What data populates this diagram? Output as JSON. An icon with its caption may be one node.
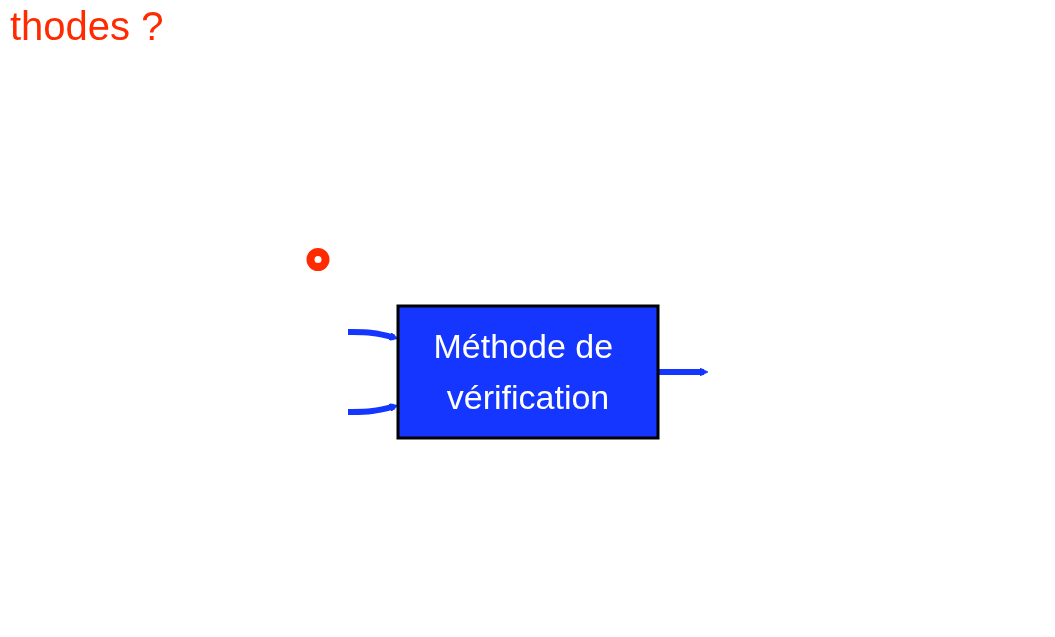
{
  "diagram": {
    "nodes": [
      {
        "text": [],
        "shape": "circle"
      },
      {
        "text": [
          "Méthode de vérification"
        ]
      }
    ],
    "edges": [
      {
        "from": null,
        "to": 1,
        "arrow": "to"
      },
      {
        "from": 1,
        "to": null,
        "arrow": "to"
      },
      {
        "from": null,
        "to": 1,
        "arrow": "to"
      }
    ],
    "labels": [
      "thodes ?"
    ]
  }
}
